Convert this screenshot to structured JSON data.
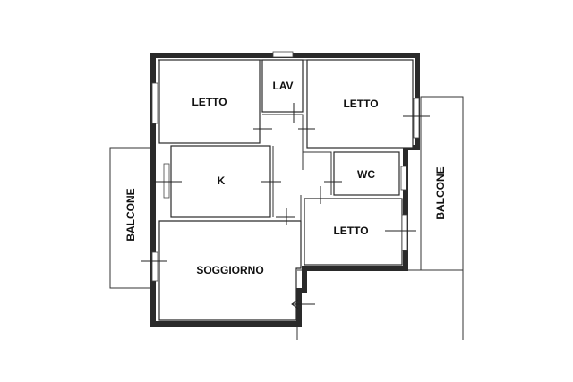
{
  "rooms": {
    "letto_1": "LETTO",
    "lav": "LAV",
    "letto_2": "LETTO",
    "kitchen": "K",
    "wc": "WC",
    "letto_3": "LETTO",
    "soggiorno": "SOGGIORNO"
  },
  "balconies": {
    "left": "BALCONE",
    "right": "BALCONE"
  },
  "colors": {
    "wall": "#2a2a2a",
    "background": "#ffffff"
  }
}
